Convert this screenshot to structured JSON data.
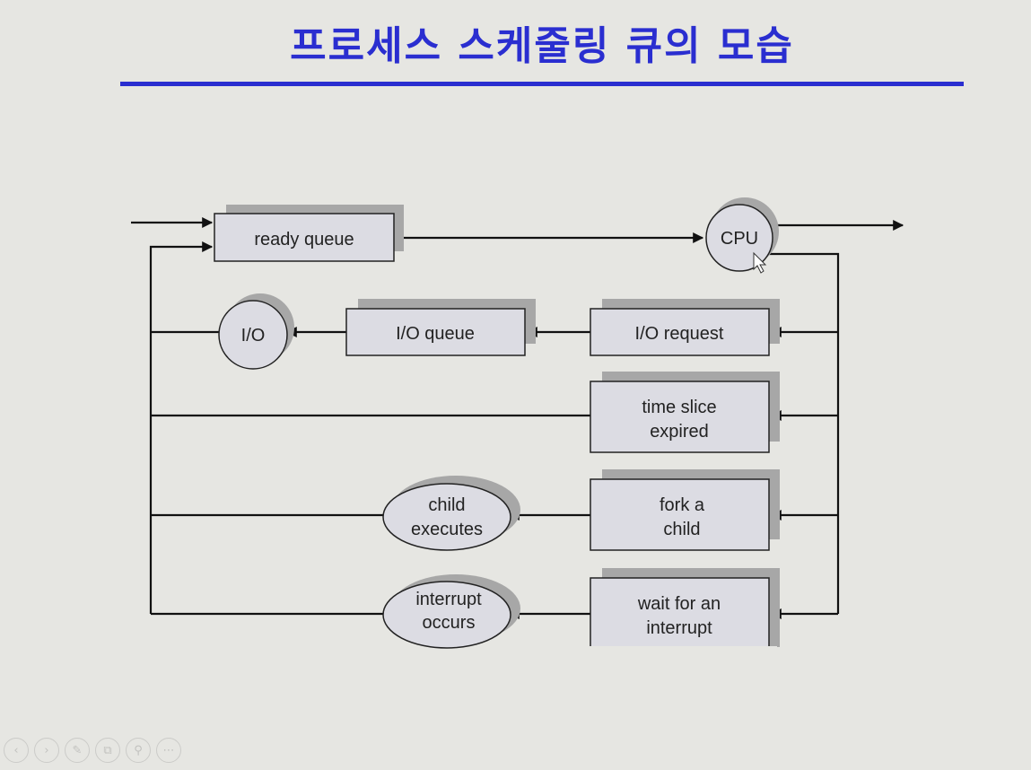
{
  "slide": {
    "title": "프로세스 스케줄링 큐의 모습"
  },
  "diagram": {
    "nodes": {
      "ready_queue": "ready queue",
      "cpu": "CPU",
      "io_request": "I/O request",
      "io_queue": "I/O queue",
      "io": "I/O",
      "time_slice_line1": "time slice",
      "time_slice_line2": "expired",
      "fork_line1": "fork a",
      "fork_line2": "child",
      "child_exec_line1": "child",
      "child_exec_line2": "executes",
      "wait_line1": "wait for an",
      "wait_line2": "interrupt",
      "interrupt_line1": "interrupt",
      "interrupt_line2": "occurs"
    }
  },
  "colors": {
    "title": "#2a2ed0",
    "box_fill": "#dcdce3",
    "shadow": "#a7a7a7",
    "line": "#111111",
    "background": "#e6e6e2"
  },
  "toolbar": {
    "icons": [
      "prev-icon",
      "next-icon",
      "pen-icon",
      "copy-icon",
      "zoom-icon",
      "more-icon"
    ]
  }
}
